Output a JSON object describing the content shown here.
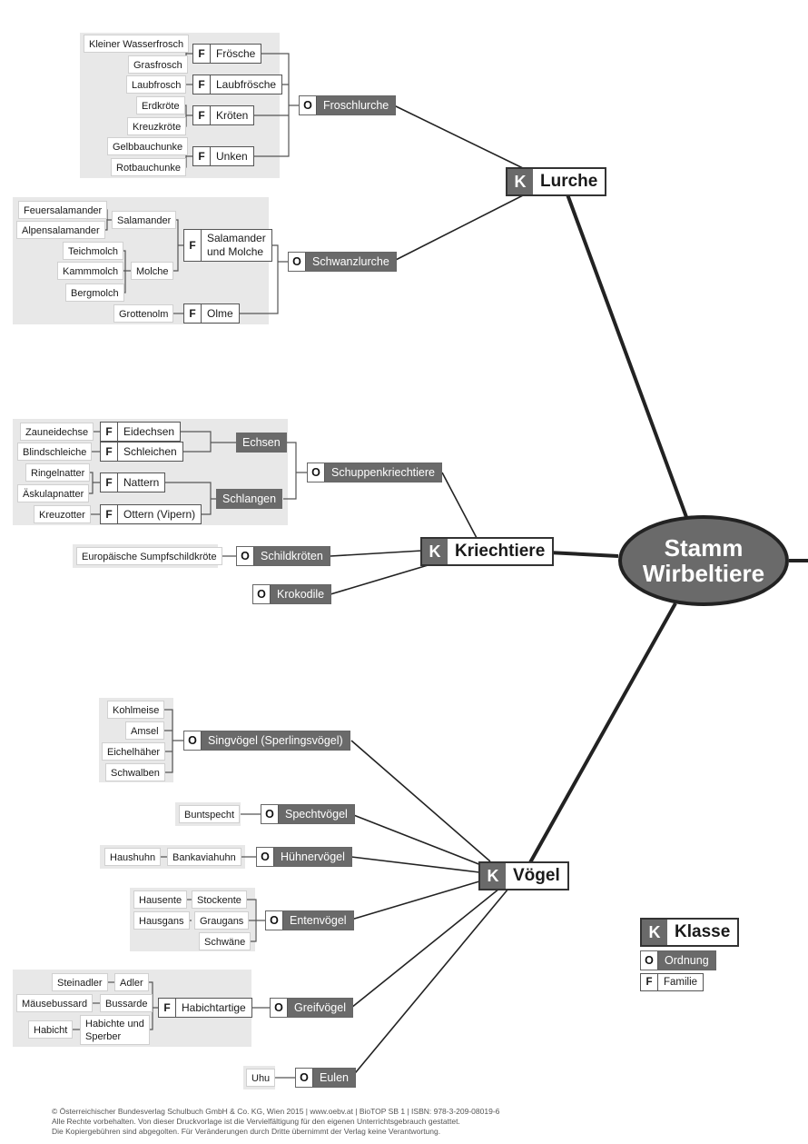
{
  "root": {
    "line1": "Stamm",
    "line2": "Wirbeltiere"
  },
  "lurche": {
    "klasse": {
      "letter": "K",
      "name": "Lurche"
    },
    "froschlurche": {
      "letter": "O",
      "name": "Froschlurche"
    },
    "frosche": {
      "letter": "F",
      "name": "Frösche",
      "species": [
        "Kleiner Wasserfrosch",
        "Grasfrosch"
      ]
    },
    "laubfrosche": {
      "letter": "F",
      "name": "Laubfrösche",
      "species": [
        "Laubfrosch"
      ]
    },
    "kroten": {
      "letter": "F",
      "name": "Kröten",
      "species": [
        "Erdkröte",
        "Kreuzkröte"
      ]
    },
    "unken": {
      "letter": "F",
      "name": "Unken",
      "species": [
        "Gelbbauchunke",
        "Rotbauchunke"
      ]
    },
    "schwanzlurche": {
      "letter": "O",
      "name": "Schwanzlurche"
    },
    "salamander_molche": {
      "letter": "F",
      "name_line1": "Salamander",
      "name_line2": "und Molche"
    },
    "salamander": {
      "name": "Salamander",
      "species": [
        "Feuersalamander",
        "Alpensalamander"
      ]
    },
    "molche": {
      "name": "Molche",
      "species": [
        "Teichmolch",
        "Kammmolch",
        "Bergmolch"
      ]
    },
    "olme": {
      "letter": "F",
      "name": "Olme",
      "species": [
        "Grottenolm"
      ]
    }
  },
  "kriechtiere": {
    "klasse": {
      "letter": "K",
      "name": "Kriechtiere"
    },
    "schuppenkriechtiere": {
      "letter": "O",
      "name": "Schuppenkriechtiere"
    },
    "echsen": {
      "name": "Echsen"
    },
    "schlangen": {
      "name": "Schlangen"
    },
    "eidechsen": {
      "letter": "F",
      "name": "Eidechsen",
      "species": [
        "Zauneidechse"
      ]
    },
    "schleichen": {
      "letter": "F",
      "name": "Schleichen",
      "species": [
        "Blindschleiche"
      ]
    },
    "nattern": {
      "letter": "F",
      "name": "Nattern",
      "species": [
        "Ringelnatter",
        "Äskulapnatter"
      ]
    },
    "ottern": {
      "letter": "F",
      "name": "Ottern (Vipern)",
      "species": [
        "Kreuzotter"
      ]
    },
    "schildkroten": {
      "letter": "O",
      "name": "Schildkröten",
      "species": [
        "Europäische Sumpfschildkröte"
      ]
    },
    "krokodile": {
      "letter": "O",
      "name": "Krokodile"
    }
  },
  "voegel": {
    "klasse": {
      "letter": "K",
      "name": "Vögel"
    },
    "singvoegel": {
      "letter": "O",
      "name": "Singvögel (Sperlingsvögel)",
      "species": [
        "Kohlmeise",
        "Amsel",
        "Eichelhäher",
        "Schwalben"
      ]
    },
    "spechtvoegel": {
      "letter": "O",
      "name": "Spechtvögel",
      "species": [
        "Buntspecht"
      ]
    },
    "huehnervoegel": {
      "letter": "O",
      "name": "Hühnervögel",
      "species": [
        "Haushuhn",
        "Bankaviahuhn"
      ]
    },
    "entenvoegel": {
      "letter": "O",
      "name": "Entenvögel",
      "species": [
        "Hausente",
        "Stockente",
        "Hausgans",
        "Graugans",
        "Schwäne"
      ]
    },
    "greifvoegel": {
      "letter": "O",
      "name": "Greifvögel"
    },
    "habichtartige": {
      "letter": "F",
      "name": "Habichtartige",
      "species": [
        "Steinadler",
        "Adler",
        "Mäusebussard",
        "Bussarde",
        "Habicht"
      ],
      "habichte_line1": "Habichte und",
      "habichte_line2": "Sperber"
    },
    "eulen": {
      "letter": "O",
      "name": "Eulen",
      "species": [
        "Uhu"
      ]
    }
  },
  "legend": {
    "klasse": {
      "letter": "K",
      "name": "Klasse"
    },
    "ordnung": {
      "letter": "O",
      "name": "Ordnung"
    },
    "familie": {
      "letter": "F",
      "name": "Familie"
    }
  },
  "footer": {
    "line1": "© Österreichischer Bundesverlag Schulbuch GmbH & Co. KG, Wien 2015 | www.oebv.at | BioTOP SB 1 | ISBN: 978-3-209-08019-6",
    "line2": "Alle Rechte vorbehalten. Von dieser Druckvorlage ist die Vervielfältigung für den eigenen Unterrichtsgebrauch gestattet.",
    "line3": "Die Kopiergebühren sind abgegolten. Für Veränderungen durch Dritte übernimmt der Verlag keine Verantwortung."
  }
}
